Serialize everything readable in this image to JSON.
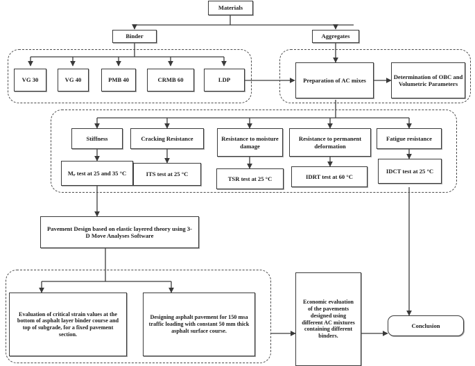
{
  "diagram": {
    "title": "Research methodology flowchart for asphalt concrete mixes",
    "line_color": "#3a3a3a",
    "dash_color": "#4a4a4a",
    "background": "#ffffff"
  },
  "nodes": {
    "materials": "Materials",
    "binder": "Binder",
    "aggregates": "Aggregates",
    "vg30": "VG 30",
    "vg40": "VG 40",
    "pmb40": "PMB 40",
    "crmb60": "CRMB 60",
    "ldp": "LDP",
    "preparation": "Preparation of AC mixes",
    "obc": "Determination of OBC and Volumetric Parameters",
    "stiffness": "Stiffness",
    "cracking": "Cracking Resistance",
    "moisture": "Resistance to moisture damage",
    "permanent": "Resistance to permanent deformation",
    "fatigue": "Fatigue resistance",
    "mr_test_prefix": "M",
    "mr_test_sub": "r",
    "mr_test_rest": " test at 25 and 35 °C",
    "its_test": "ITS test at 25 °C",
    "tsr_test": "TSR test at 25 °C",
    "idrt_test": "IDRT test at 60 °C",
    "idct_test": "IDCT test at 25 °C",
    "pavement_design": "Pavement Design based on elastic layered theory using 3-D Move Analyses Software",
    "critical_strain": "Evaluation of critical strain values at the bottom of asphalt layer binder course and top of subgrade, for a fixed pavement section.",
    "designing": "Designing asphalt pavement for 150 msa traffic loading with constant 50 mm thick asphalt surface course.",
    "economic": "Economic evaluation of the pavements designed using different AC mixtures containing different binders.",
    "conclusion": "Conclusion"
  }
}
